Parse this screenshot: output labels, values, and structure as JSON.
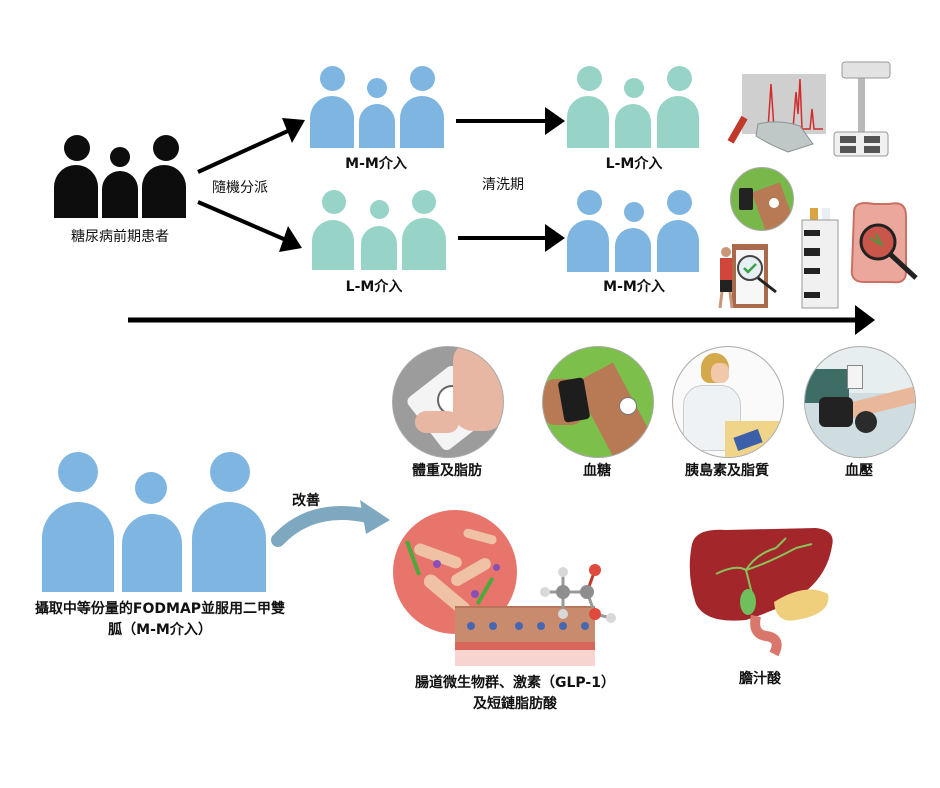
{
  "colors": {
    "black_group": "#0d0d0d",
    "mm_blue": "#7fb6e1",
    "lm_teal": "#97d3c7",
    "arrow_black": "#000000",
    "improve_arrow": "#7ea8c0"
  },
  "top": {
    "population": {
      "label": "糖尿病前期患者",
      "color": "#0d0d0d"
    },
    "randomization_label": "隨機分派",
    "washout_label": "清洗期",
    "arm1": {
      "first": {
        "label": "M-M介入",
        "color": "#7fb6e1"
      },
      "second": {
        "label": "L-M介入",
        "color": "#97d3c7"
      }
    },
    "arm2": {
      "first": {
        "label": "L-M介入",
        "color": "#97d3c7"
      },
      "second": {
        "label": "M-M介入",
        "color": "#7fb6e1"
      }
    },
    "measurement_icons": [
      {
        "name": "blood-test-chromatogram-icon"
      },
      {
        "name": "body-composition-scale-icon"
      },
      {
        "name": "glucose-monitor-icon"
      },
      {
        "name": "questionnaire-checklist-icon"
      },
      {
        "name": "hplc-instrument-icon"
      },
      {
        "name": "gut-microbiome-magnifier-icon"
      }
    ]
  },
  "outcomes": [
    {
      "label": "體重及脂肪",
      "icon": "weighing-scale-icon"
    },
    {
      "label": "血糖",
      "icon": "glucose-sensor-icon"
    },
    {
      "label": "胰島素及脂質",
      "icon": "lab-technician-icon"
    },
    {
      "label": "血壓",
      "icon": "blood-pressure-cuff-icon"
    }
  ],
  "bottom": {
    "group_label_line1": "攝取中等份量的FODMAP並服用二甲雙",
    "group_label_line2": "胍（M-M介入）",
    "improve_label": "改善",
    "gut_label_line1": "腸道微生物群、激素（GLP-1）",
    "gut_label_line2": "及短鏈脂肪酸",
    "bile_label": "膽汁酸"
  }
}
